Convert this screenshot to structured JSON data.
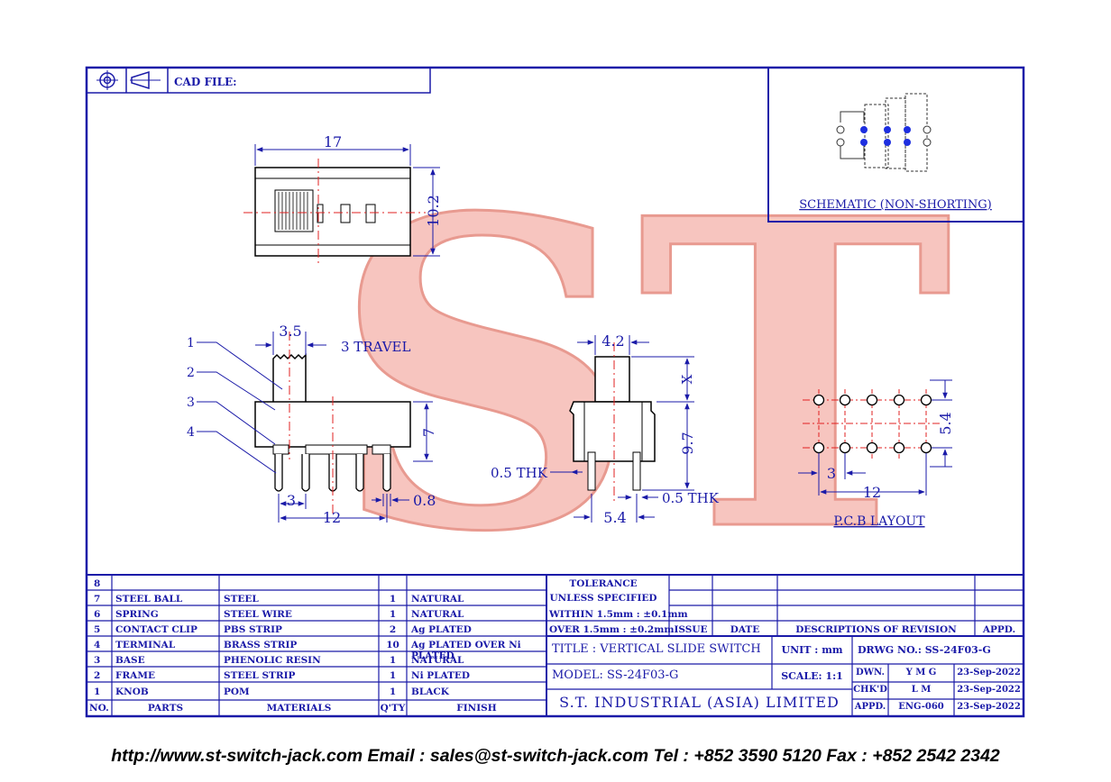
{
  "header": {
    "cad_file_label": "CAD FILE:"
  },
  "watermark": {
    "text": "ST"
  },
  "schematic": {
    "title": "SCHEMATIC (NON-SHORTING)"
  },
  "top_view": {
    "dim_length": "17",
    "dim_width": "10.2"
  },
  "side_view": {
    "dim_knob": "3.5",
    "travel": "3 TRAVEL",
    "dim_height": "7",
    "dim_pitch": "3",
    "dim_span": "12",
    "dim_pin": "0.8",
    "callouts": [
      "1",
      "2",
      "3",
      "4"
    ]
  },
  "end_view": {
    "dim_knob": "4.2",
    "dim_x": "X",
    "dim_total": "9.7",
    "thk_left": "0.5 THK",
    "thk_right": "0.5 THK",
    "dim_base": "5.4"
  },
  "pcb": {
    "dim_row": "5.4",
    "dim_pitch": "3",
    "dim_span": "12",
    "title": "P.C.B LAYOUT"
  },
  "parts_table": {
    "header": {
      "no": "NO.",
      "parts": "PARTS",
      "materials": "MATERIALS",
      "qty": "Q'TY",
      "finish": "FINISH"
    },
    "rows": [
      {
        "no": "8",
        "part": "",
        "material": "",
        "qty": "",
        "finish": ""
      },
      {
        "no": "7",
        "part": "STEEL BALL",
        "material": "STEEL",
        "qty": "1",
        "finish": "NATURAL"
      },
      {
        "no": "6",
        "part": "SPRING",
        "material": "STEEL WIRE",
        "qty": "1",
        "finish": "NATURAL"
      },
      {
        "no": "5",
        "part": "CONTACT CLIP",
        "material": "PBS STRIP",
        "qty": "2",
        "finish": "Ag PLATED"
      },
      {
        "no": "4",
        "part": "TERMINAL",
        "material": "BRASS STRIP",
        "qty": "10",
        "finish": "Ag PLATED OVER Ni PLATED"
      },
      {
        "no": "3",
        "part": "BASE",
        "material": "PHENOLIC RESIN",
        "qty": "1",
        "finish": "NATURAL"
      },
      {
        "no": "2",
        "part": "FRAME",
        "material": "STEEL STRIP",
        "qty": "1",
        "finish": "Ni PLATED"
      },
      {
        "no": "1",
        "part": "KNOB",
        "material": "POM",
        "qty": "1",
        "finish": "BLACK"
      }
    ]
  },
  "title_block": {
    "tolerance": "TOLERANCE",
    "unless": "UNLESS SPECIFIED",
    "within": "WITHIN 1.5mm : ±0.1mm",
    "over": "OVER 1.5mm : ±0.2mm",
    "issue": "ISSUE",
    "date": "DATE",
    "descriptions": "DESCRIPTIONS OF REVISION",
    "appd_rev": "APPD.",
    "title": "TITLE : VERTICAL SLIDE SWITCH",
    "unit": "UNIT : mm",
    "drwg_no": "DRWG NO.: SS-24F03-G",
    "model": "MODEL: SS-24F03-G",
    "scale": "SCALE: 1:1",
    "company": "S.T. INDUSTRIAL (ASIA) LIMITED",
    "dwn_label": "DWN.",
    "dwn_by": "Y M G",
    "dwn_date": "23-Sep-2022",
    "chkd_label": "CHK'D",
    "chkd_by": "L M",
    "chkd_date": "23-Sep-2022",
    "appd_label": "APPD.",
    "appd_by": "ENG-060",
    "appd_date": "23-Sep-2022"
  },
  "footer": {
    "text": "http://www.st-switch-jack.com  Email : sales@st-switch-jack.com  Tel : +852 3590 5120  Fax : +852 2542 2342"
  },
  "colors": {
    "frame": "#1a1aa8",
    "center_line": "#e02020",
    "watermark": "#f4b2aa",
    "pad": "#1e2fe0"
  }
}
